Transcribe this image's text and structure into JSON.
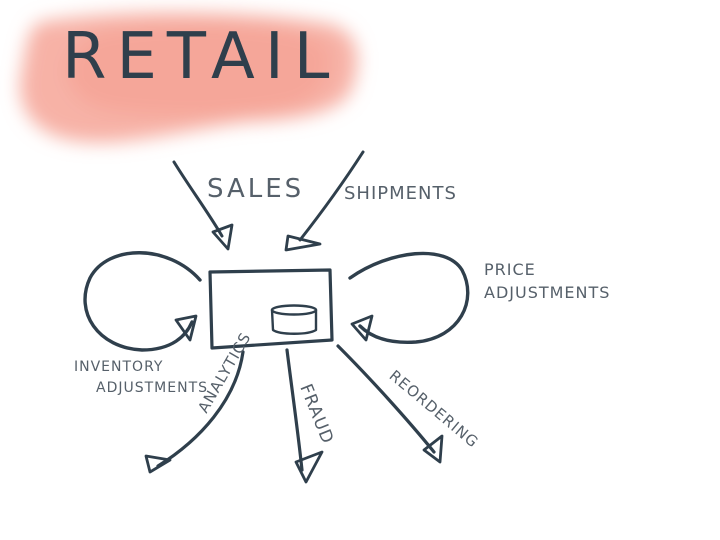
{
  "title": "RETAIL",
  "colors": {
    "ink": "#2f3f4c",
    "label": "#56606a",
    "highlight": "#f4a093"
  },
  "labels": {
    "sales": "SALES",
    "shipments": "SHIPMENTS",
    "price_adjustments": [
      "PRICE",
      "ADJUSTMENTS"
    ],
    "inventory_adjustments": [
      "INVENTORY",
      "ADJUSTMENTS"
    ],
    "analytics": "ANALYTICS",
    "fraud": "FRAUD",
    "reordering": "REORDERING"
  }
}
